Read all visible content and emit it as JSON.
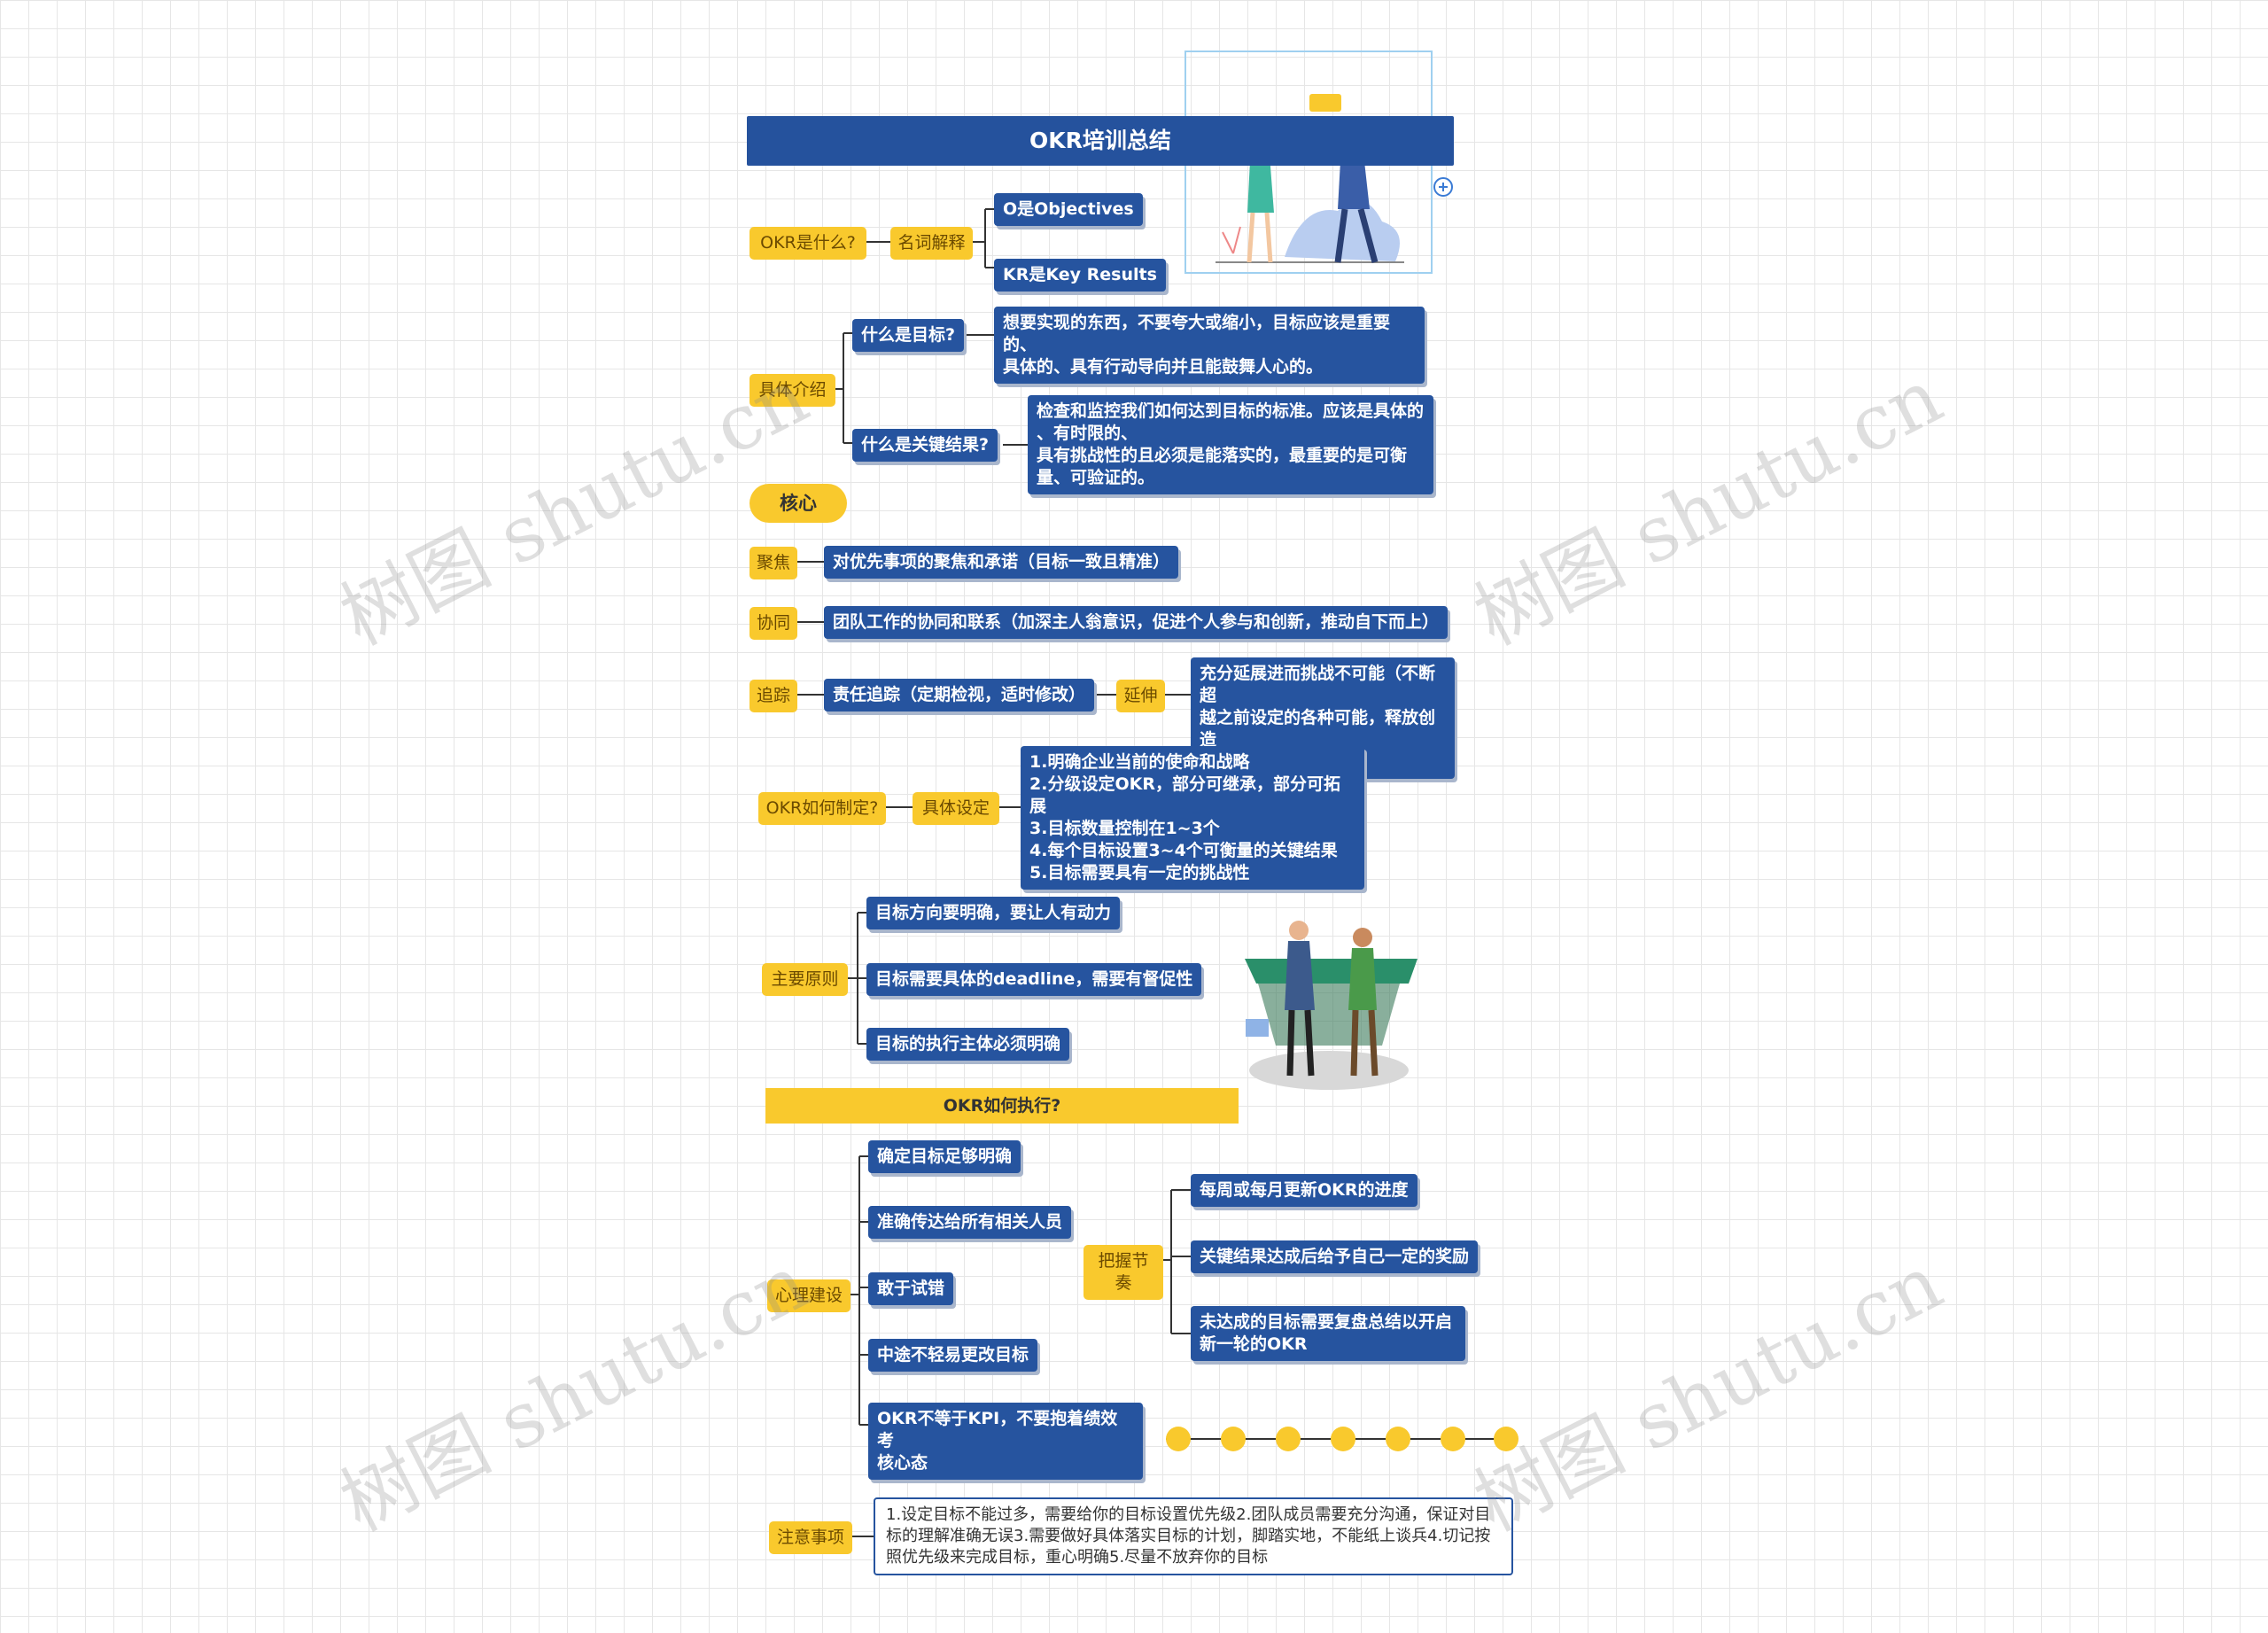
{
  "title": "OKR培训总结",
  "sections": {
    "what": {
      "root": "OKR是什么?",
      "child": "名词解释",
      "leaves": [
        "O是Objectives",
        "KR是Key Results"
      ]
    },
    "intro": {
      "root": "具体介绍",
      "q1": "什么是目标?",
      "a1": "想要实现的东西，不要夸大或缩小，目标应该是重要的、\n具体的、具有行动导向并且能鼓舞人心的。",
      "q2": "什么是关键结果?",
      "a2": "检查和监控我们如何达到目标的标准。应该是具体的\n、有时限的、\n具有挑战性的且必须是能落实的，最重要的是可衡\n量、可验证的。"
    },
    "core": {
      "label": "核心",
      "focus_label": "聚焦",
      "focus_text": "对优先事项的聚焦和承诺（目标一致且精准）",
      "collab_label": "协同",
      "collab_text": "团队工作的协同和联系（加深主人翁意识，促进个人参与和创新，推动自下而上）",
      "track_label": "追踪",
      "track_text": "责任追踪（定期检视，适时修改）",
      "stretch_label": "延伸",
      "stretch_text": "充分延展进而挑战不可能（不断超\n越之前设定的各种可能，释放创造\n力和雄心壮志）"
    },
    "how_set": {
      "root": "OKR如何制定?",
      "child": "具体设定",
      "text": "1.明确企业当前的使命和战略\n2.分级设定OKR，部分可继承，部分可拓展\n3.目标数量控制在1~3个\n4.每个目标设置3~4个可衡量的关键结果\n5.目标需要具有一定的挑战性"
    },
    "principles": {
      "root": "主要原则",
      "items": [
        "目标方向要明确，要让人有动力",
        "目标需要具体的deadline，需要有督促性",
        "目标的执行主体必须明确"
      ]
    },
    "execute": {
      "title": "OKR如何执行?",
      "root": "心理建设",
      "items": [
        "确定目标足够明确",
        "准确传达给所有相关人员",
        "敢于试错",
        "中途不轻易更改目标",
        "OKR不等于KPI，不要抱着绩效考\n核心态"
      ],
      "rhythm_label": "把握节奏",
      "rhythm_items": [
        "每周或每月更新OKR的进度",
        "关键结果达成后给予自己一定的奖励",
        "未达成的目标需要复盘总结以开启\n新一轮的OKR"
      ]
    },
    "notes": {
      "root": "注意事项",
      "text": "1.设定目标不能过多，需要给你的目标设置优先级2.团队成员需要充分沟通，保证对目标的理解准确无误3.需要做好具体落实目标的计划，脚踏实地，不能纸上谈兵4.切记按照优先级来完成目标，重心明确5.尽量不放弃你的目标"
    }
  },
  "watermark": "树图 shutu.cn",
  "colors": {
    "blue": "#26549f",
    "yellow": "#f9c92d",
    "line": "#333333"
  }
}
